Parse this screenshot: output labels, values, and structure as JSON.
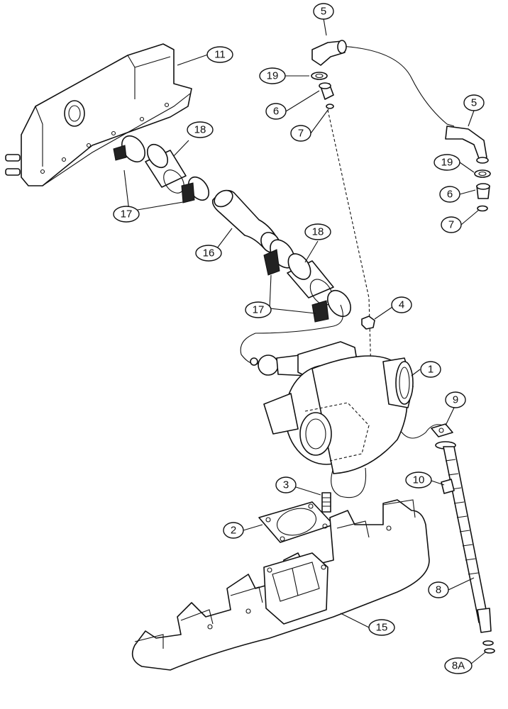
{
  "callouts": [
    {
      "id": "c1",
      "label": "1"
    },
    {
      "id": "c2",
      "label": "2"
    },
    {
      "id": "c3",
      "label": "3"
    },
    {
      "id": "c4",
      "label": "4"
    },
    {
      "id": "c5a",
      "label": "5"
    },
    {
      "id": "c5b",
      "label": "5"
    },
    {
      "id": "c6a",
      "label": "6"
    },
    {
      "id": "c6b",
      "label": "6"
    },
    {
      "id": "c7a",
      "label": "7"
    },
    {
      "id": "c7b",
      "label": "7"
    },
    {
      "id": "c8",
      "label": "8"
    },
    {
      "id": "c8A",
      "label": "8A"
    },
    {
      "id": "c9",
      "label": "9"
    },
    {
      "id": "c10",
      "label": "10"
    },
    {
      "id": "c11",
      "label": "11"
    },
    {
      "id": "c15",
      "label": "15"
    },
    {
      "id": "c16",
      "label": "16"
    },
    {
      "id": "c17a",
      "label": "17"
    },
    {
      "id": "c17b",
      "label": "17"
    },
    {
      "id": "c18a",
      "label": "18"
    },
    {
      "id": "c18b",
      "label": "18"
    },
    {
      "id": "c19a",
      "label": "19"
    },
    {
      "id": "c19b",
      "label": "19"
    }
  ]
}
